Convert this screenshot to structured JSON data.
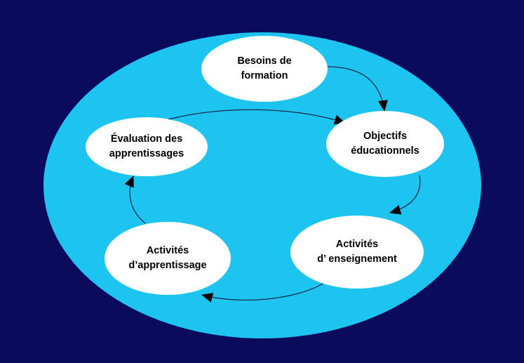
{
  "colors": {
    "background": "#0b0b5e",
    "outer_ellipse": "#1ec4f0",
    "node_fill": "#ffffff",
    "line": "#1a2a4a"
  },
  "nodes": {
    "besoins": {
      "label": "Besoins de\nformation"
    },
    "objectifs": {
      "label": "Objectifs\néducationnels"
    },
    "enseignement": {
      "label": "Activités\nd’ enseignement"
    },
    "apprentissage": {
      "label": "Activités\nd’apprentissage"
    },
    "evaluation": {
      "label": "Évaluation des\napprentissages"
    }
  },
  "edges": [
    {
      "from": "besoins",
      "to": "objectifs"
    },
    {
      "from": "evaluation",
      "to": "objectifs"
    },
    {
      "from": "objectifs",
      "to": "enseignement"
    },
    {
      "from": "enseignement",
      "to": "apprentissage"
    },
    {
      "from": "apprentissage",
      "to": "evaluation"
    }
  ]
}
